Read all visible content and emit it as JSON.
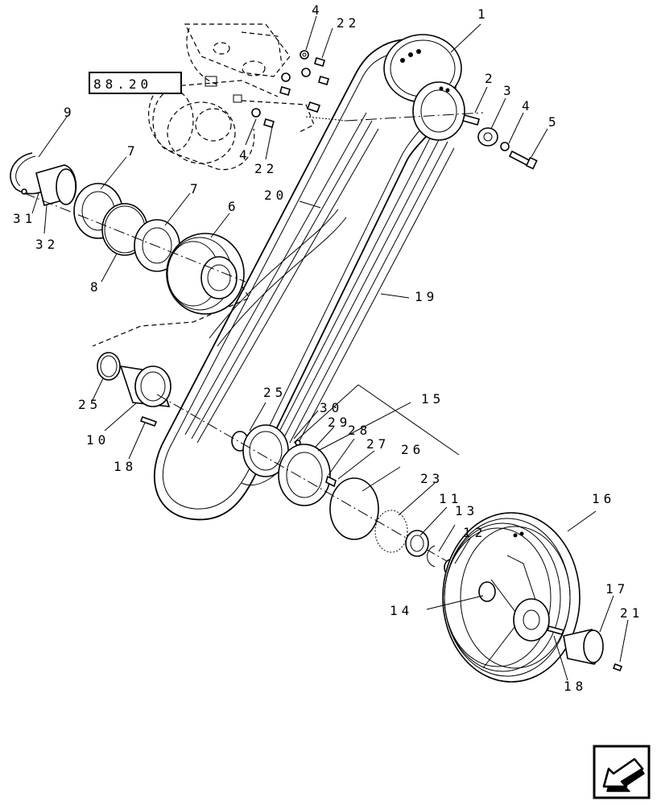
{
  "reference_box": {
    "text": "88.20"
  },
  "callouts": [
    {
      "id": "c1",
      "text": "1"
    },
    {
      "id": "c2",
      "text": "2"
    },
    {
      "id": "c3",
      "text": "3"
    },
    {
      "id": "c4a",
      "text": "4"
    },
    {
      "id": "c4b",
      "text": "4"
    },
    {
      "id": "c4c",
      "text": "4"
    },
    {
      "id": "c5",
      "text": "5"
    },
    {
      "id": "c6",
      "text": "6"
    },
    {
      "id": "c7a",
      "text": "7"
    },
    {
      "id": "c7b",
      "text": "7"
    },
    {
      "id": "c8",
      "text": "8"
    },
    {
      "id": "c9",
      "text": "9"
    },
    {
      "id": "c10",
      "text": "10"
    },
    {
      "id": "c11",
      "text": "11"
    },
    {
      "id": "c12",
      "text": "12"
    },
    {
      "id": "c13",
      "text": "13"
    },
    {
      "id": "c14",
      "text": "14"
    },
    {
      "id": "c15",
      "text": "15"
    },
    {
      "id": "c16",
      "text": "16"
    },
    {
      "id": "c17",
      "text": "17"
    },
    {
      "id": "c18a",
      "text": "18"
    },
    {
      "id": "c18b",
      "text": "18"
    },
    {
      "id": "c19",
      "text": "19"
    },
    {
      "id": "c20",
      "text": "20"
    },
    {
      "id": "c21",
      "text": "21"
    },
    {
      "id": "c22a",
      "text": "22"
    },
    {
      "id": "c22b",
      "text": "22"
    },
    {
      "id": "c23",
      "text": "23"
    },
    {
      "id": "c25a",
      "text": "25"
    },
    {
      "id": "c25b",
      "text": "25"
    },
    {
      "id": "c26",
      "text": "26"
    },
    {
      "id": "c27",
      "text": "27"
    },
    {
      "id": "c28",
      "text": "28"
    },
    {
      "id": "c29",
      "text": "29"
    },
    {
      "id": "c30",
      "text": "30"
    },
    {
      "id": "c31",
      "text": "31"
    },
    {
      "id": "c32",
      "text": "32"
    }
  ],
  "navigation": {
    "icon": "arrow-left-down-icon"
  }
}
